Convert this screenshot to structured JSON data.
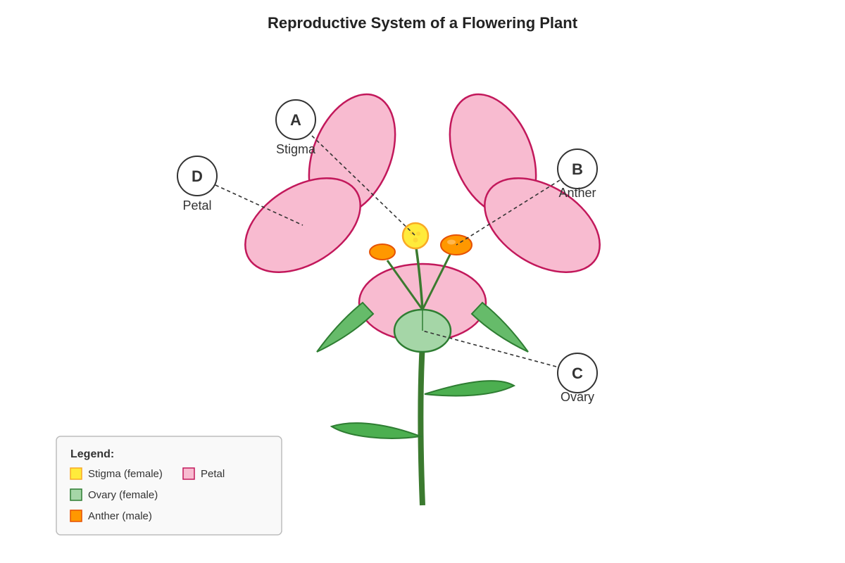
{
  "title": "Reproductive System of a Flowering Plant",
  "callouts": [
    {
      "letter": "A",
      "name": "Stigma"
    },
    {
      "letter": "B",
      "name": "Anther"
    },
    {
      "letter": "C",
      "name": "Ovary"
    },
    {
      "letter": "D",
      "name": "Petal"
    }
  ],
  "legend": {
    "title": "Legend:",
    "items": [
      {
        "label": "Stigma (female)",
        "color": "#ffeb3b",
        "border": "#f9a825"
      },
      {
        "label": "Petal",
        "color": "#f8bbd0",
        "border": "#c2185b"
      },
      {
        "label": "Ovary (female)",
        "color": "#a5d6a7",
        "border": "#2e7d32"
      },
      {
        "label": "Anther (male)",
        "color": "#ff9800",
        "border": "#e65100"
      }
    ]
  },
  "colors": {
    "petal_fill": "#f8bbd0",
    "petal_stroke": "#c2185b",
    "stem": "#3b7a2f",
    "leaf_fill": "#4caf50",
    "sepal_fill": "#66bb6a",
    "stigma_fill": "#ffeb3b",
    "anther_fill": "#ff9800",
    "ovary_fill": "#a5d6a7"
  }
}
